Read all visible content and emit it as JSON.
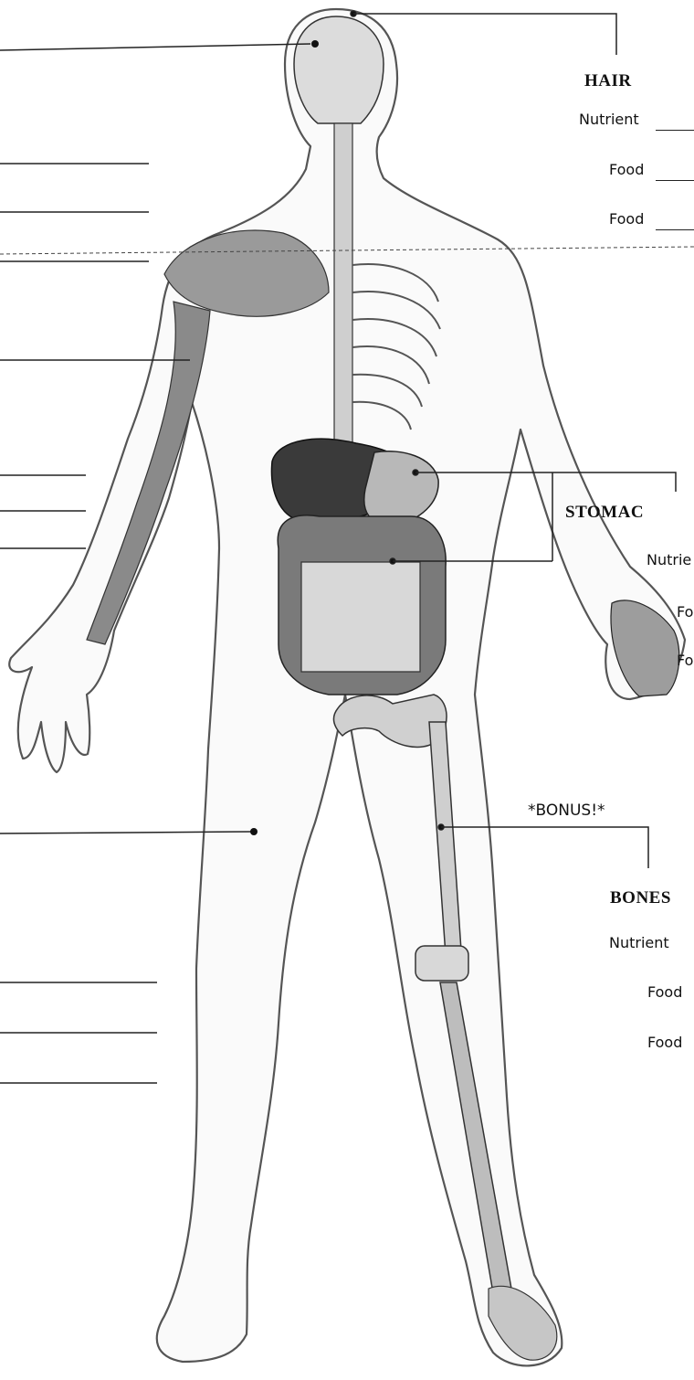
{
  "hair": {
    "title": "HAIR",
    "nutrient_label": "Nutrient",
    "food1_label": "Food",
    "food2_label": "Food"
  },
  "stomach": {
    "title": "STOMAC",
    "nutrient_label": "Nutrie",
    "food1_label": "Fo",
    "food2_label": "Fo"
  },
  "bonus": "*BONUS!*",
  "bones": {
    "title": "BONES",
    "nutrient_label": "Nutrient",
    "food1_label": "Food",
    "food2_label": "Food"
  }
}
